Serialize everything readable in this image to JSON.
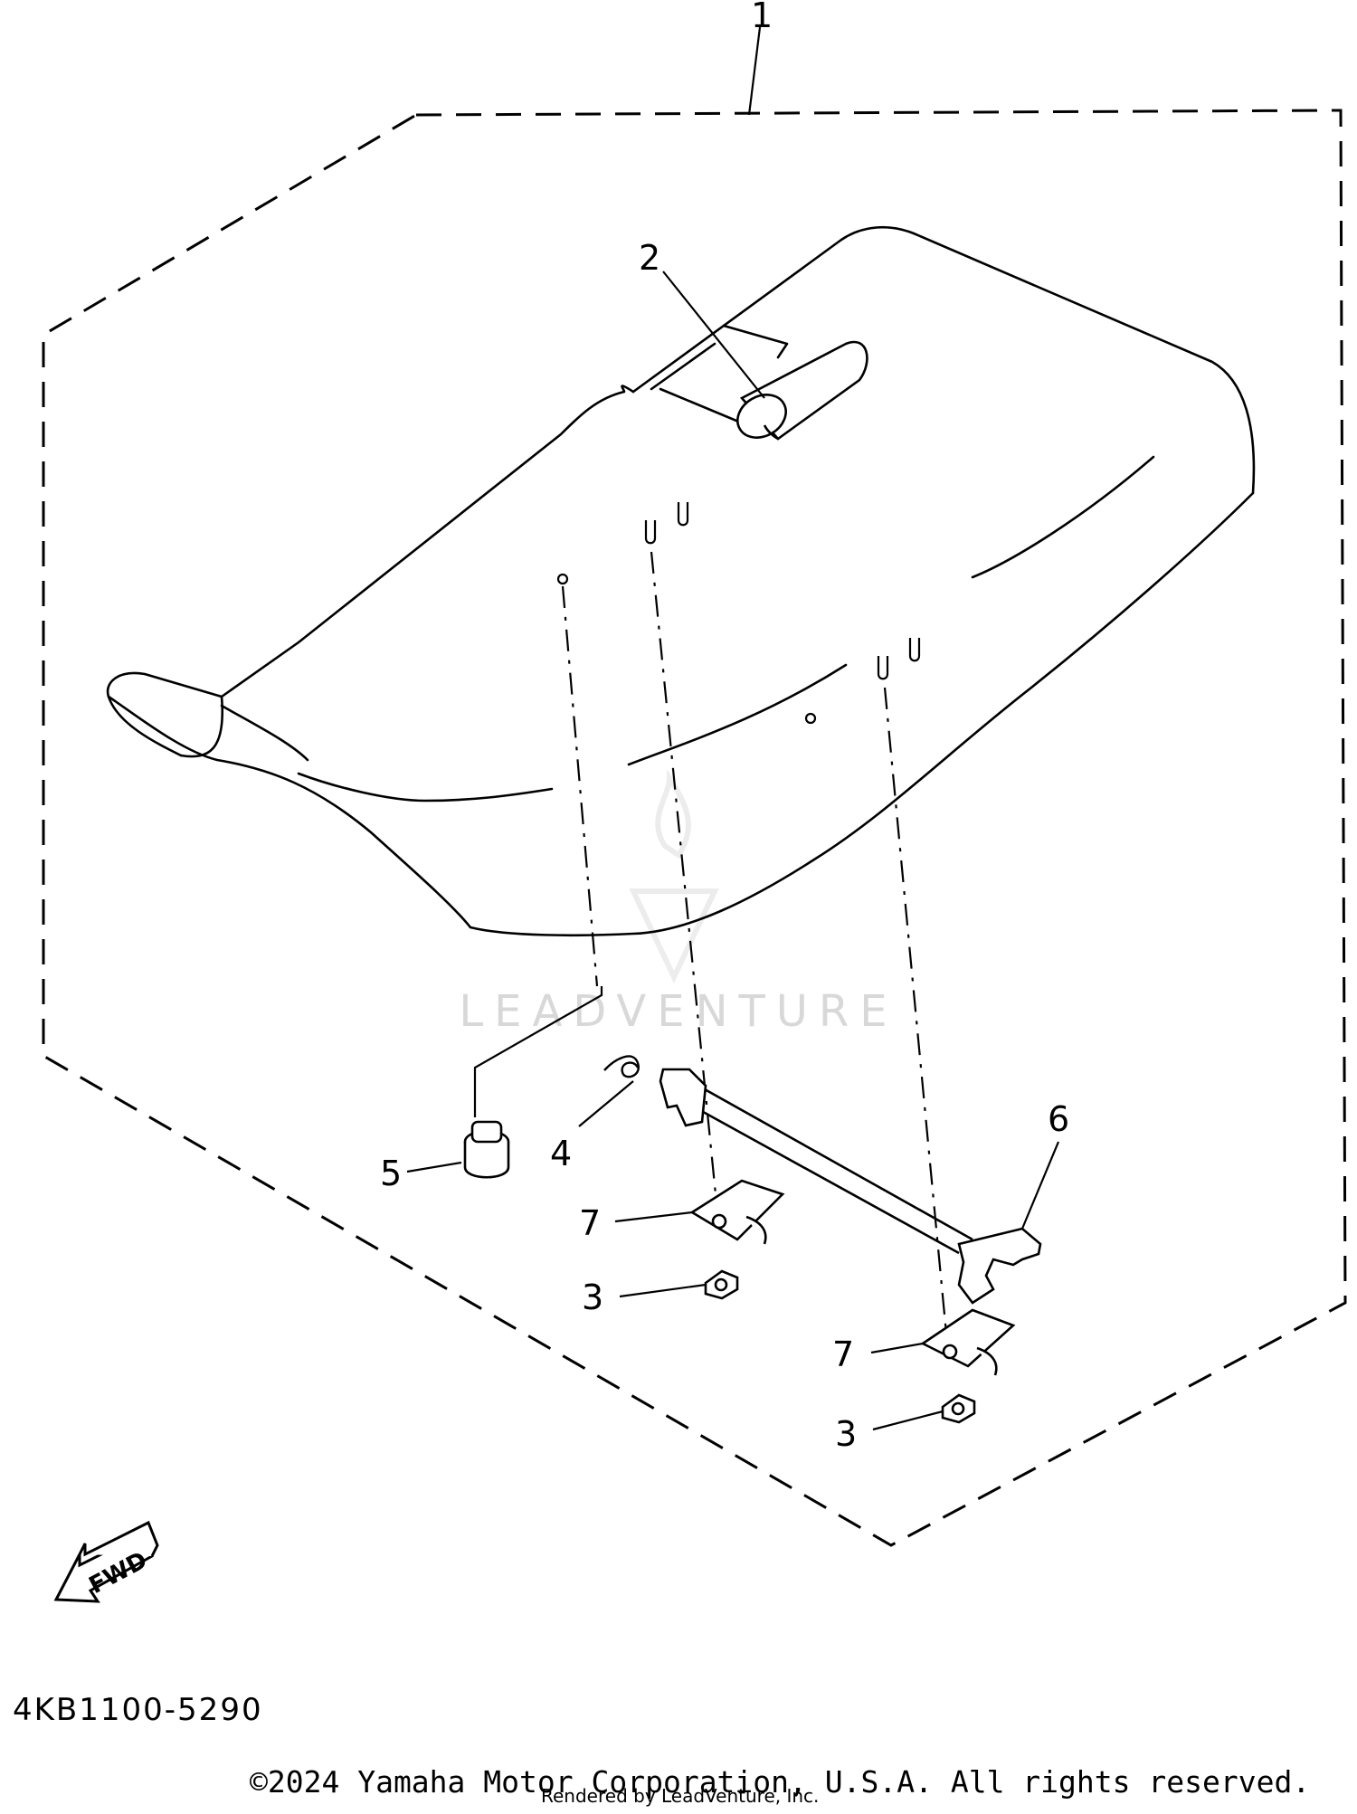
{
  "diagram": {
    "part_code": "4KB1100-5290",
    "fwd_label": "FWD",
    "callouts": [
      "1",
      "2",
      "3",
      "3",
      "4",
      "5",
      "6",
      "7",
      "7"
    ],
    "copyright": "©2024 Yamaha Motor Corporation, U.S.A. All rights reserved.",
    "rendered_by": "Rendered by LeadVenture, Inc.",
    "watermark": "LEADVENTURE"
  }
}
